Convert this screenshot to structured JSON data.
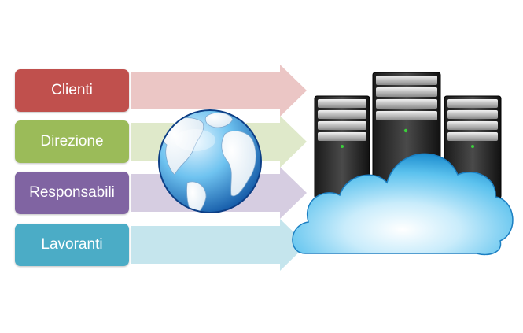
{
  "diagram": {
    "categories": [
      {
        "label": "Clienti",
        "color": "#c0504d",
        "arrow_color": "#e6b8b7"
      },
      {
        "label": "Direzione",
        "color": "#9bbb59",
        "arrow_color": "#d7e4bd"
      },
      {
        "label": "Responsabili",
        "color": "#8064a2",
        "arrow_color": "#ccc1da"
      },
      {
        "label": "Lavoranti",
        "color": "#4bacc6",
        "arrow_color": "#b7dee8"
      }
    ],
    "icons": {
      "globe": "globe-icon",
      "servers": "server-rack-icon",
      "cloud": "cloud-icon"
    }
  }
}
